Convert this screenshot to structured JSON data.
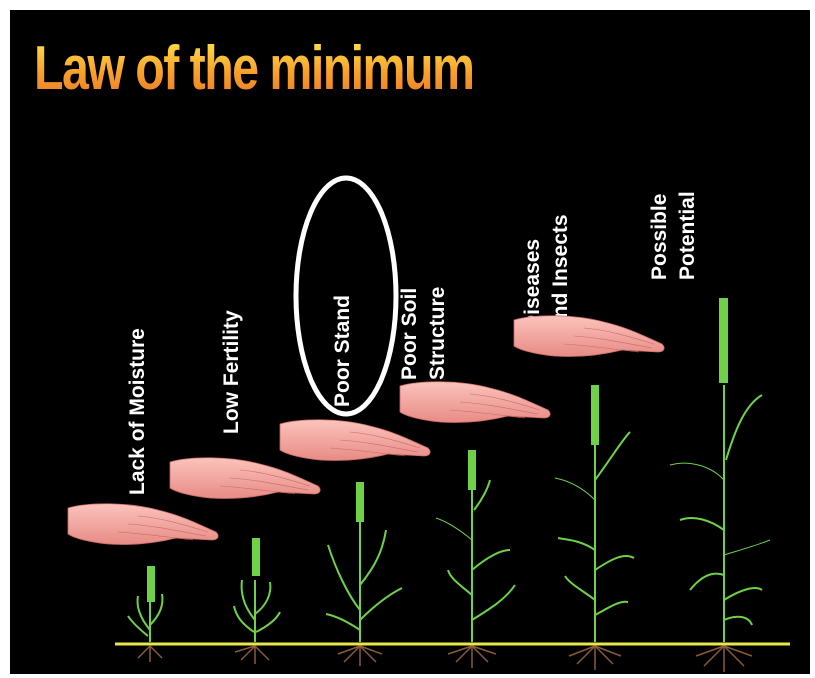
{
  "title": "Law of the minimum",
  "stages": [
    {
      "lines": [
        "Lack of Moisture"
      ]
    },
    {
      "lines": [
        "Low Fertility"
      ]
    },
    {
      "lines": [
        "Poor Stand"
      ],
      "highlighted": true
    },
    {
      "lines": [
        "Poor Soil",
        "Structure"
      ]
    },
    {
      "lines": [
        "Diseases",
        "and Insects"
      ]
    },
    {
      "lines": [
        "Possible",
        "Potential"
      ]
    }
  ],
  "colors": {
    "background": "#000000",
    "ground_line": "#e8e84a",
    "plant": "#6fd04a",
    "roots": "#8a5a3a",
    "hand": "#f3a6a0",
    "highlight_ring": "#ffffff"
  }
}
